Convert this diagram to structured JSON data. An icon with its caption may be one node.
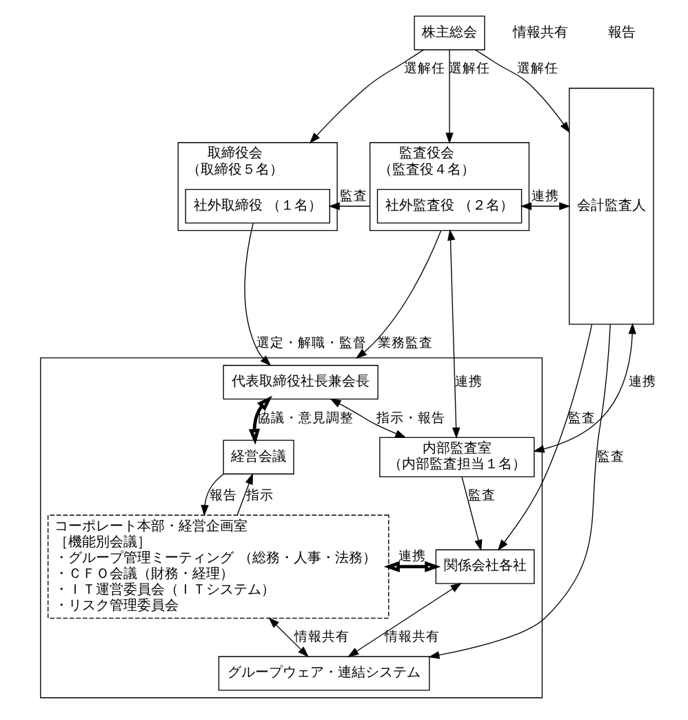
{
  "diagram": {
    "nodes": [
      {
        "text": [
          "株主総会"
        ]
      },
      {
        "text": [
          "取締役会",
          "（取締役５名）"
        ]
      },
      {
        "text": [
          "社外取締役 （１名）"
        ],
        "in": 1
      },
      {
        "text": [
          "監査役会",
          "（監査役４名）"
        ]
      },
      {
        "text": [
          "社外監査役 （２名）"
        ],
        "in": 3
      },
      {
        "text": [
          "会計監査人"
        ]
      },
      {
        "text": [],
        "shape": "box"
      },
      {
        "text": [
          "代表取締役社長兼会長"
        ],
        "in": 6
      },
      {
        "text": [
          "経営会議"
        ],
        "in": 6
      },
      {
        "text": [
          "内部監査室",
          "（内部監査担当１名）"
        ],
        "in": 6
      },
      {
        "text": [
          "コーポレート本部・経営企画室",
          "［機能別会議］",
          "・グループ管理ミーティング （総務・人事・法務）",
          "・ＣＦＯ会議（財務・経理）",
          "・ＩＴ運営委員会（ＩＴシステム）",
          "・リスク管理委員会"
        ],
        "in": 6
      },
      {
        "text": [
          "関係会社各社"
        ],
        "in": 6
      },
      {
        "text": [
          "グループウェア・連結システム"
        ],
        "in": 6
      }
    ],
    "edges": [
      {
        "from": 0,
        "to": 1,
        "arrow": "to",
        "label": "選解任"
      },
      {
        "from": 0,
        "to": 3,
        "arrow": "to",
        "label": "選解任"
      },
      {
        "from": 0,
        "to": 5,
        "arrow": "to",
        "label": "選解任"
      },
      {
        "from": 3,
        "to": 2,
        "arrow": "to",
        "label": "監査"
      },
      {
        "from": 4,
        "to": 5,
        "arrow": "both",
        "label": "連携"
      },
      {
        "from": 2,
        "to": 7,
        "arrow": "to",
        "label": "選定・解職・監督"
      },
      {
        "from": 3,
        "to": 6,
        "arrow": "to",
        "label": "業務監査"
      },
      {
        "from": 3,
        "to": 9,
        "arrow": "both",
        "label": "連携"
      },
      {
        "from": 7,
        "to": 9,
        "arrow": "both",
        "label": "指示・報告"
      },
      {
        "from": 7,
        "to": 8,
        "arrow": "both",
        "label": "協議・意見調整",
        "style": "thick"
      },
      {
        "from": 9,
        "to": 5,
        "arrow": "both",
        "label": "連携"
      },
      {
        "from": 10,
        "to": 8,
        "arrow": "to",
        "label": "指示"
      },
      {
        "from": 8,
        "to": 10,
        "arrow": "to",
        "label": "報告"
      },
      {
        "from": 9,
        "to": 11,
        "arrow": "to",
        "label": "監査"
      },
      {
        "from": 10,
        "to": 11,
        "arrow": "both",
        "label": "連携",
        "style": "thick"
      },
      {
        "from": 5,
        "to": 11,
        "arrow": "to",
        "label": "監査"
      },
      {
        "from": 11,
        "to": 12,
        "arrow": "both",
        "label": "情報共有"
      },
      {
        "from": 10,
        "to": 12,
        "arrow": "both",
        "label": "情報共有"
      },
      {
        "from": 5,
        "to": 12,
        "arrow": "to",
        "label": "監査"
      }
    ],
    "labels": [
      "情報共有",
      "報告"
    ]
  }
}
